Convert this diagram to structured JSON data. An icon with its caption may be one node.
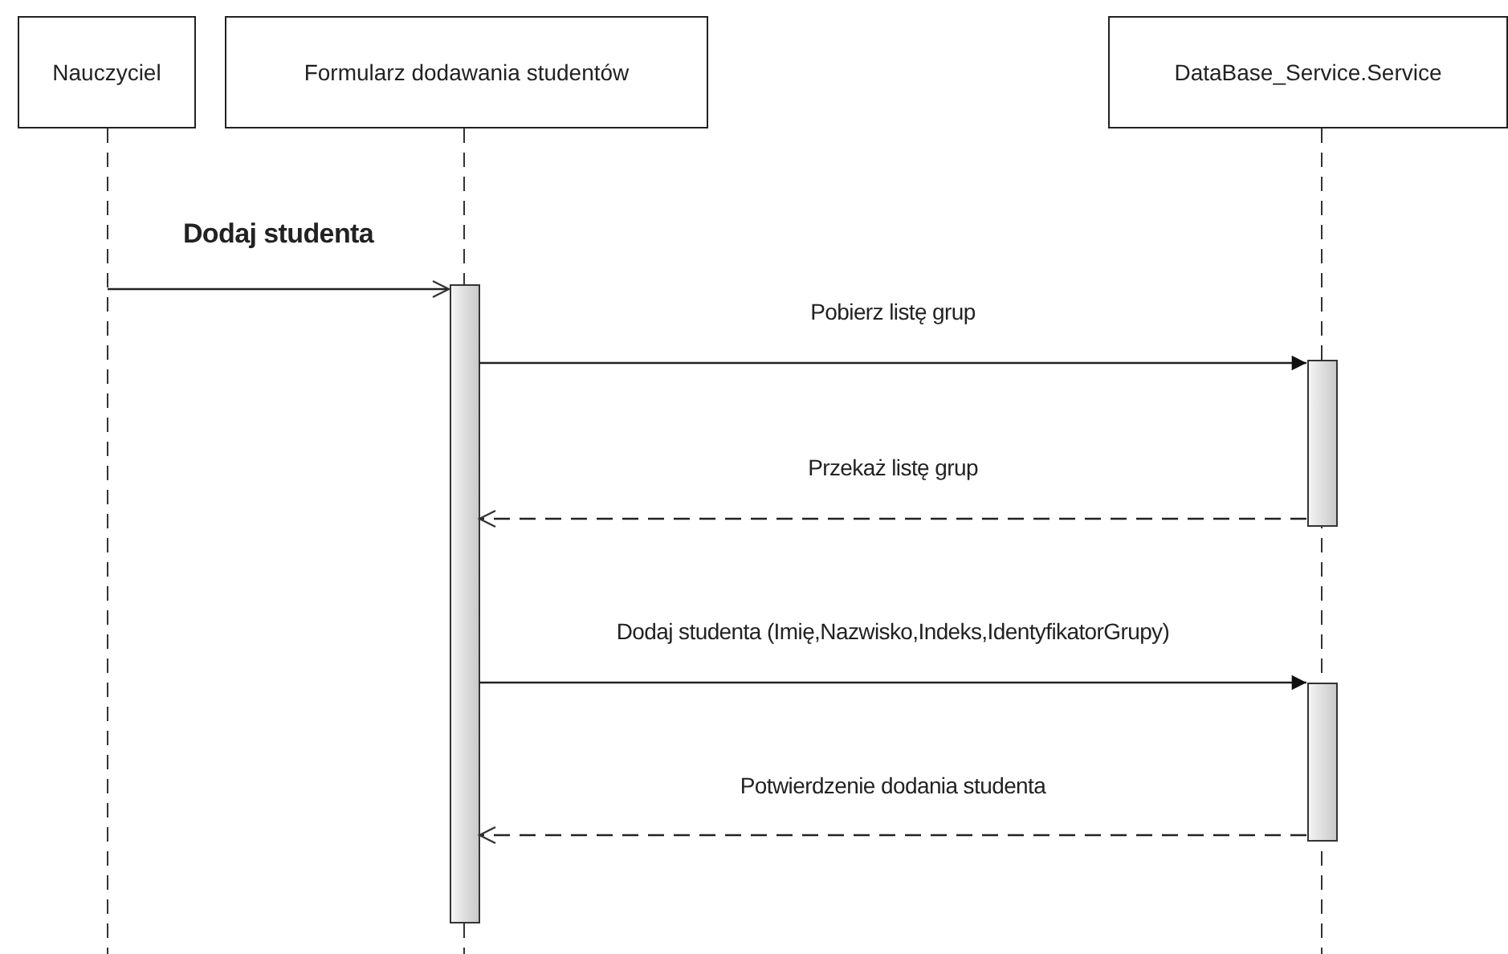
{
  "diagram": {
    "nodes": [
      {
        "text": [
          "Nauczyciel"
        ]
      },
      {
        "text": [
          "Formularz dodawania studentów"
        ]
      },
      {
        "text": [
          "DataBase_Service.Service"
        ]
      },
      {
        "text": [],
        "shape": "bar",
        "in": 1
      },
      {
        "text": [],
        "shape": "bar",
        "in": 2
      },
      {
        "text": [],
        "shape": "bar",
        "in": 2
      }
    ],
    "edges": [
      {
        "from": 0,
        "to": 3,
        "arrow": "to",
        "label": "Dodaj studenta"
      },
      {
        "from": 3,
        "to": 4,
        "arrow": "to",
        "label": "Pobierz listę grup"
      },
      {
        "from": 4,
        "to": 3,
        "arrow": "to",
        "style": "dashed",
        "label": "Przekaż listę grup"
      },
      {
        "from": 3,
        "to": 5,
        "arrow": "to",
        "label": "Dodaj studenta (Imię,Nazwisko,Indeks,IdentyfikatorGrupy)"
      },
      {
        "from": 5,
        "to": 3,
        "arrow": "to",
        "style": "dashed",
        "label": "Potwierdzenie dodania studenta"
      }
    ]
  }
}
